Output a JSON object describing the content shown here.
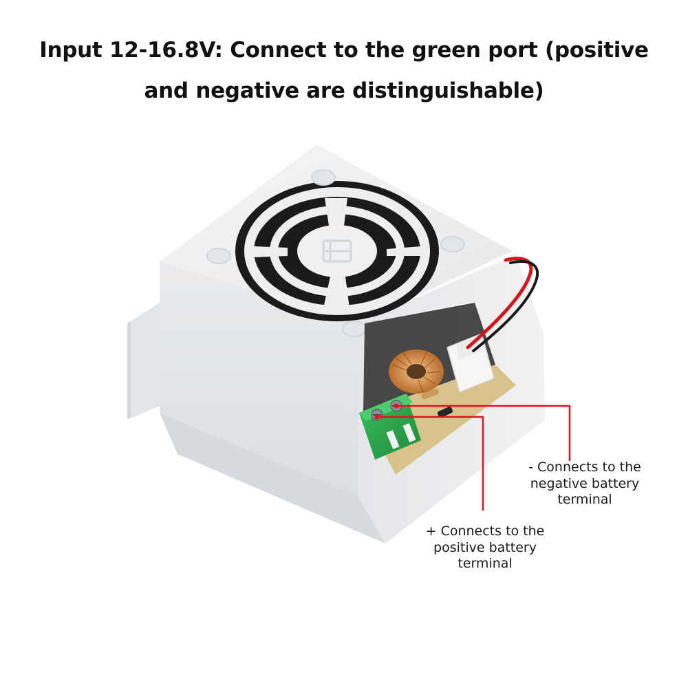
{
  "headline": {
    "line1": "Input 12-16.8V: Connect to the green port (positive",
    "line2": "and negative are distinguishable)"
  },
  "callouts": {
    "negative": {
      "line1": "- Connects to the",
      "line2": "negative battery",
      "line3": "terminal"
    },
    "positive": {
      "line1": "+ Connects to the",
      "line2": "positive battery",
      "line3": "terminal"
    }
  },
  "colors": {
    "leader_line": "#e0151b",
    "terminal_block": "#2fa84f",
    "case": "#eef0f2",
    "pcb": "#d8c48a"
  }
}
